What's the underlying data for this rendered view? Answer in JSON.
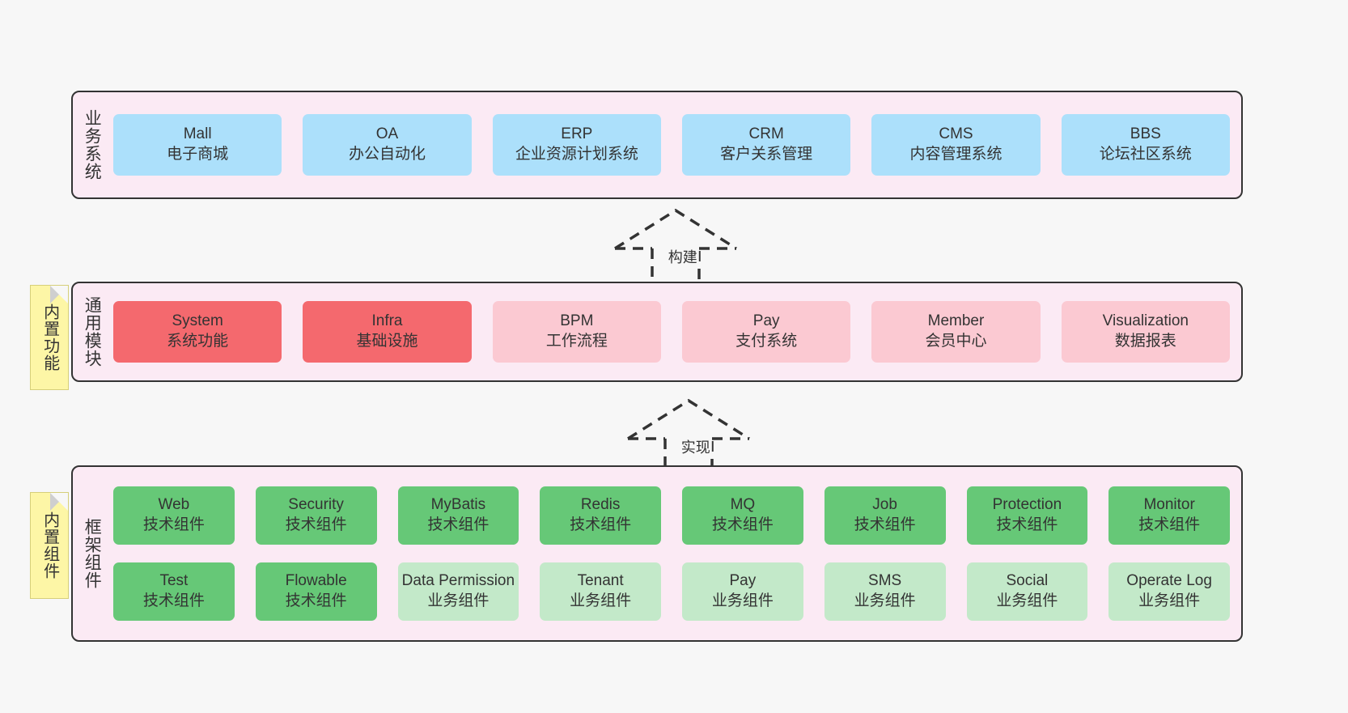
{
  "layers": {
    "business": {
      "label": "业务系统",
      "cards": [
        {
          "title": "Mall",
          "sub": "电子商城",
          "color": "#ace0fb"
        },
        {
          "title": "OA",
          "sub": "办公自动化",
          "color": "#ace0fb"
        },
        {
          "title": "ERP",
          "sub": "企业资源计划系统",
          "color": "#ace0fb"
        },
        {
          "title": "CRM",
          "sub": "客户关系管理",
          "color": "#ace0fb"
        },
        {
          "title": "CMS",
          "sub": "内容管理系统",
          "color": "#ace0fb"
        },
        {
          "title": "BBS",
          "sub": "论坛社区系统",
          "color": "#ace0fb"
        }
      ]
    },
    "common": {
      "label": "通用模块",
      "note": "内置功能",
      "cards": [
        {
          "title": "System",
          "sub": "系统功能",
          "color": "#f4696e"
        },
        {
          "title": "Infra",
          "sub": "基础设施",
          "color": "#f4696e"
        },
        {
          "title": "BPM",
          "sub": "工作流程",
          "color": "#fbc9d2"
        },
        {
          "title": "Pay",
          "sub": "支付系统",
          "color": "#fbc9d2"
        },
        {
          "title": "Member",
          "sub": "会员中心",
          "color": "#fbc9d2"
        },
        {
          "title": "Visualization",
          "sub": "数据报表",
          "color": "#fbc9d2"
        }
      ]
    },
    "framework": {
      "label": "框架组件",
      "note": "内置组件",
      "row1": [
        {
          "title": "Web",
          "sub": "技术组件",
          "color": "#66c877"
        },
        {
          "title": "Security",
          "sub": "技术组件",
          "color": "#66c877"
        },
        {
          "title": "MyBatis",
          "sub": "技术组件",
          "color": "#66c877"
        },
        {
          "title": "Redis",
          "sub": "技术组件",
          "color": "#66c877"
        },
        {
          "title": "MQ",
          "sub": "技术组件",
          "color": "#66c877"
        },
        {
          "title": "Job",
          "sub": "技术组件",
          "color": "#66c877"
        },
        {
          "title": "Protection",
          "sub": "技术组件",
          "color": "#66c877"
        },
        {
          "title": "Monitor",
          "sub": "技术组件",
          "color": "#66c877"
        }
      ],
      "row2": [
        {
          "title": "Test",
          "sub": "技术组件",
          "color": "#66c877"
        },
        {
          "title": "Flowable",
          "sub": "技术组件",
          "color": "#66c877"
        },
        {
          "title": "Data Permission",
          "sub": "业务组件",
          "color": "#c3e9c9",
          "wrap": true
        },
        {
          "title": "Tenant",
          "sub": "业务组件",
          "color": "#c3e9c9"
        },
        {
          "title": "Pay",
          "sub": "业务组件",
          "color": "#c3e9c9"
        },
        {
          "title": "SMS",
          "sub": "业务组件",
          "color": "#c3e9c9"
        },
        {
          "title": "Social",
          "sub": "业务组件",
          "color": "#c3e9c9"
        },
        {
          "title": "Operate Log",
          "sub": "业务组件",
          "color": "#c3e9c9"
        }
      ]
    }
  },
  "connectors": {
    "build": "构建",
    "implement": "实现"
  },
  "colors": {
    "canvas": "#f7f7f7",
    "band_fill": "#fbeaf4",
    "band_border": "#333333",
    "note_fill": "#fdf6a6",
    "blue": "#ace0fb",
    "red": "#f4696e",
    "pink": "#fbc9d2",
    "green": "#66c877",
    "light_green": "#c3e9c9"
  }
}
